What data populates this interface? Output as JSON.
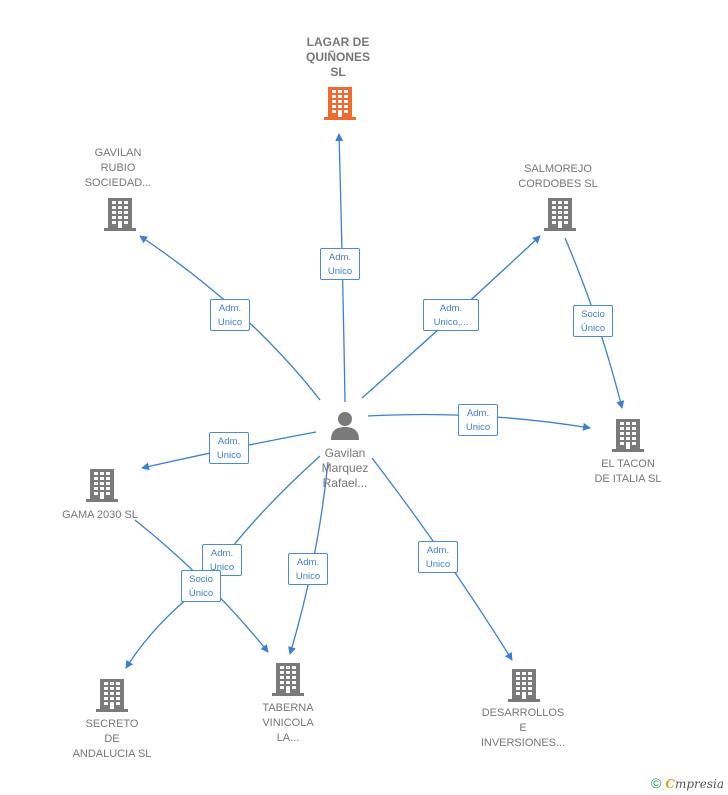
{
  "colors": {
    "edge": "#3a7fd5",
    "company_icon": "#7a7a7a",
    "highlight_icon": "#f06a30",
    "person_icon": "#7a7a7a"
  },
  "center": {
    "name": "Gavilan\nMarquez\nRafael..."
  },
  "companies": [
    {
      "id": "lagar",
      "name": "LAGAR DE\nQUIÑONES\nSL",
      "highlight": true
    },
    {
      "id": "gavilan_rubio",
      "name": "GAVILAN\nRUBIO\nSOCIEDAD..."
    },
    {
      "id": "salmorejo",
      "name": "SALMOREJO\nCORDOBES  SL"
    },
    {
      "id": "tacon",
      "name": "EL TACON\nDE ITALIA  SL"
    },
    {
      "id": "gama",
      "name": "GAMA 2030  SL"
    },
    {
      "id": "secreto",
      "name": "SECRETO\nDE\nANDALUCIA  SL"
    },
    {
      "id": "taberna",
      "name": "TABERNA\nVINICOLA\nLA..."
    },
    {
      "id": "desarrollos",
      "name": "DESARROLLOS\nE\nINVERSIONES..."
    }
  ],
  "relations": [
    {
      "label": "Adm.\nUnico"
    },
    {
      "label": "Adm.\nUnico"
    },
    {
      "label": "Adm.\nUnico,..."
    },
    {
      "label": "Socio\nÚnico"
    },
    {
      "label": "Adm.\nUnico"
    },
    {
      "label": "Adm.\nUnico"
    },
    {
      "label": "Adm.\nUnico"
    },
    {
      "label": "Socio\nÚnico"
    },
    {
      "label": "Adm.\nUnico"
    },
    {
      "label": "Adm.\nUnico"
    }
  ],
  "footer": {
    "copyright": "©",
    "brand_first": "C",
    "brand_rest": "mpresia"
  }
}
